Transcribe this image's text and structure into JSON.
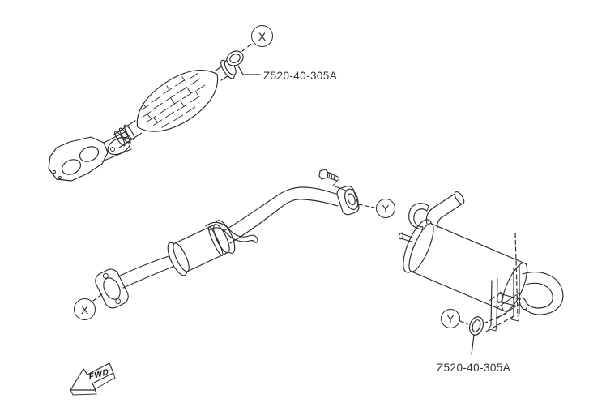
{
  "diagram": {
    "colors": {
      "line": "#2a2a2a",
      "background": "#ffffff"
    },
    "callouts": [
      {
        "id": "callout-x-top",
        "label": "X"
      },
      {
        "id": "callout-x-middle",
        "label": "X"
      },
      {
        "id": "callout-y-middle",
        "label": "Y"
      },
      {
        "id": "callout-y-rear",
        "label": "Y"
      }
    ],
    "part_labels": {
      "top": "Z520-40-305A",
      "bottom": "Z520-40-305A"
    },
    "fwd_marker": "FWD",
    "parts": [
      "front-pipe-with-catalytic-converter",
      "middle-pipe-with-resonator",
      "rear-muffler-with-tailpipe",
      "gasket-ring-top",
      "gasket-ring-rear",
      "flange-bolt"
    ]
  }
}
